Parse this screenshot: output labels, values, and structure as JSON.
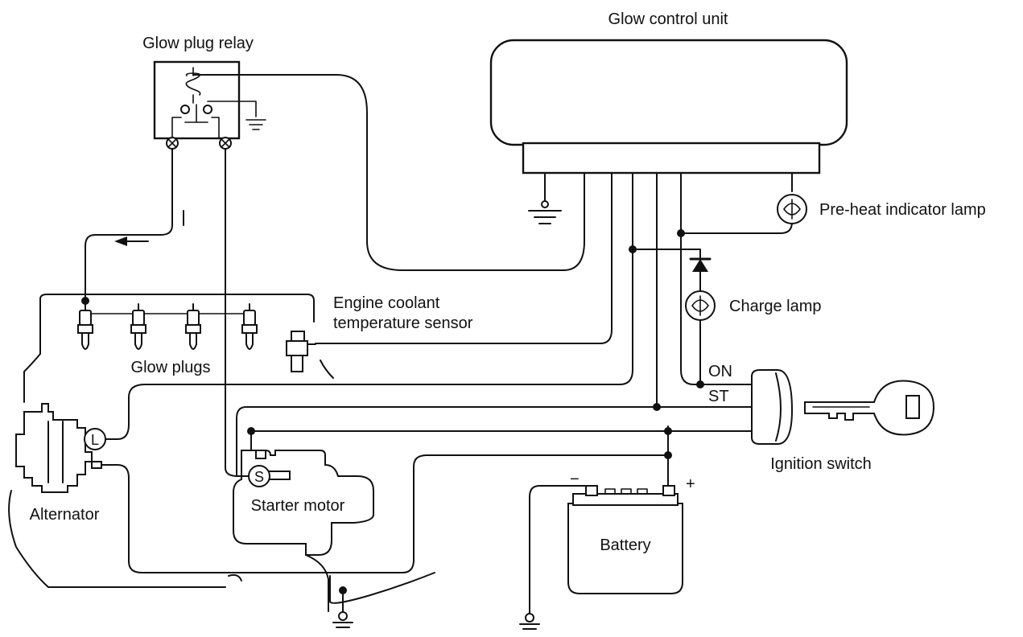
{
  "labels": {
    "glow_control_unit": "Glow control unit",
    "glow_plug_relay": "Glow plug relay",
    "preheat_indicator_lamp": "Pre-heat indicator lamp",
    "charge_lamp": "Charge lamp",
    "engine_coolant_line1": "Engine coolant",
    "engine_coolant_line2": "temperature sensor",
    "glow_plugs": "Glow plugs",
    "alternator": "Alternator",
    "alternator_terminal": "L",
    "starter_motor": "Starter motor",
    "starter_terminal": "S",
    "battery": "Battery",
    "battery_positive": "+",
    "battery_negative": "−",
    "ignition_switch": "Ignition switch",
    "switch_on": "ON",
    "switch_st": "ST"
  }
}
